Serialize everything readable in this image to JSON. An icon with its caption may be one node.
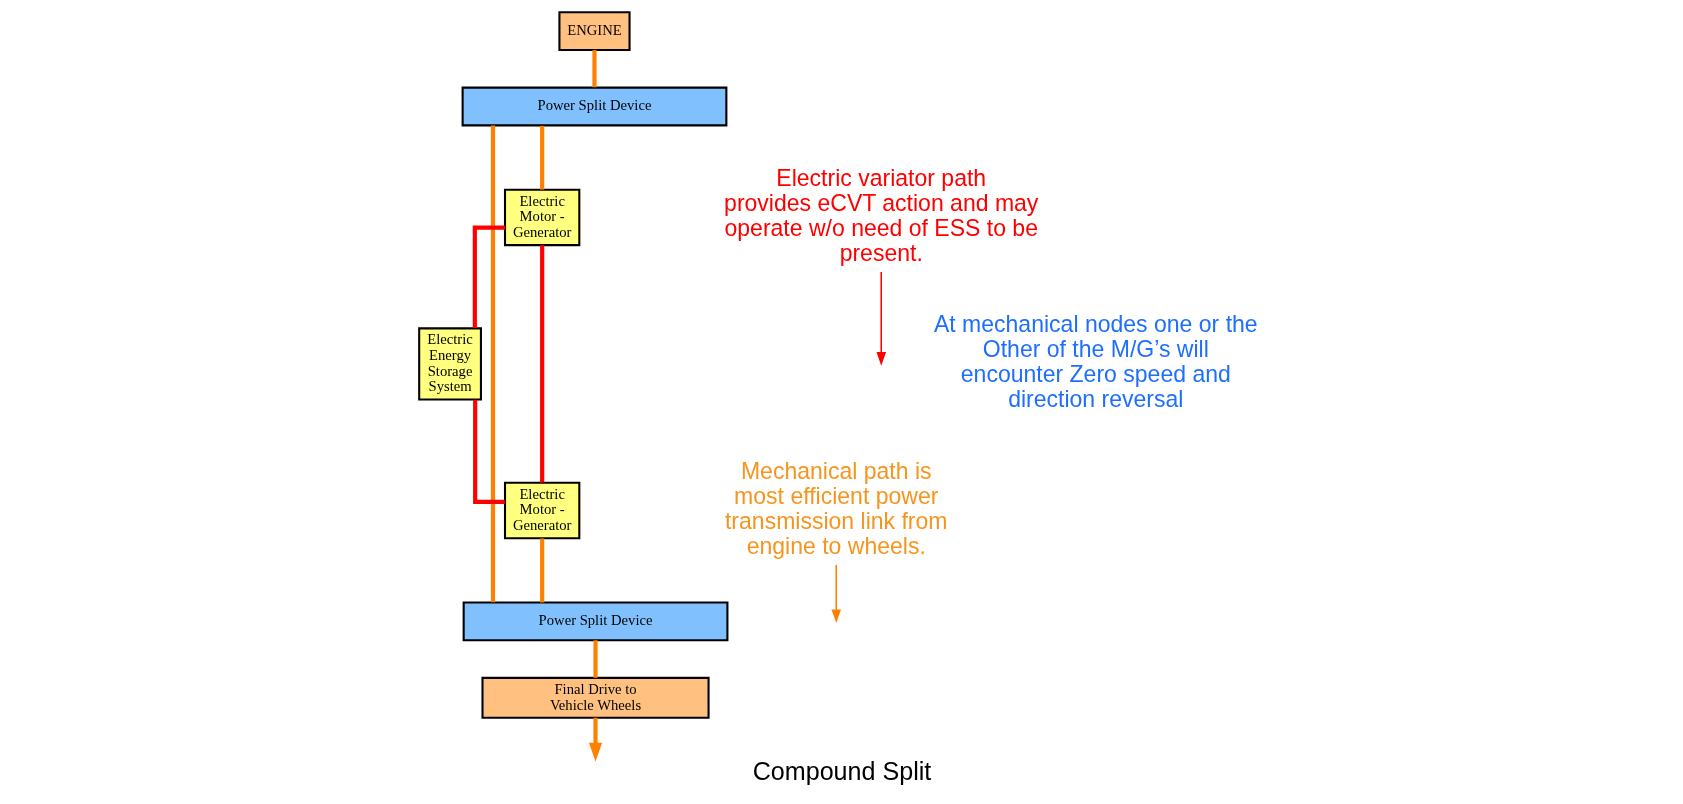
{
  "diagram": {
    "caption": "Compound Split",
    "nodes": [
      {
        "text": [
          "ENGINE"
        ]
      },
      {
        "text": [
          "Power Split Device"
        ]
      },
      {
        "text": [
          "Electric Motor - Generator"
        ]
      },
      {
        "text": [
          "Electric Energy Storage System"
        ]
      },
      {
        "text": [
          "Electric Motor - Generator"
        ]
      },
      {
        "text": [
          "Power Split Device"
        ]
      },
      {
        "text": [
          "Final Drive to Vehicle Wheels"
        ]
      },
      {
        "text": [
          "Mechanical path is most efficient power transmission link from engine to wheels."
        ]
      },
      {
        "text": [
          "Electric variator path provides eCVT action and may operate w/o need of ESS to be present."
        ]
      }
    ],
    "edges": [
      {
        "from": 0,
        "to": 1,
        "arrow": "none"
      },
      {
        "from": 1,
        "to": 5,
        "arrow": "none"
      },
      {
        "from": 1,
        "to": 2,
        "arrow": "none"
      },
      {
        "from": 2,
        "to": 4,
        "arrow": "none",
        "color": "#ff0000"
      },
      {
        "from": 3,
        "to": 2,
        "arrow": "none",
        "color": "#ff0000"
      },
      {
        "from": 3,
        "to": 4,
        "arrow": "none",
        "color": "#ff0000"
      },
      {
        "from": 4,
        "to": 5,
        "arrow": "none"
      },
      {
        "from": 5,
        "to": 6,
        "arrow": "none"
      },
      {
        "from": 6,
        "to": null,
        "arrow": "to"
      },
      {
        "from": 7,
        "to": null,
        "arrow": "to"
      },
      {
        "from": 8,
        "to": null,
        "arrow": "to",
        "color": "#ff0000"
      }
    ],
    "labels": [
      "At mechanical nodes one or the Other of the M/G’s will encounter Zero speed and direction reversal"
    ]
  }
}
